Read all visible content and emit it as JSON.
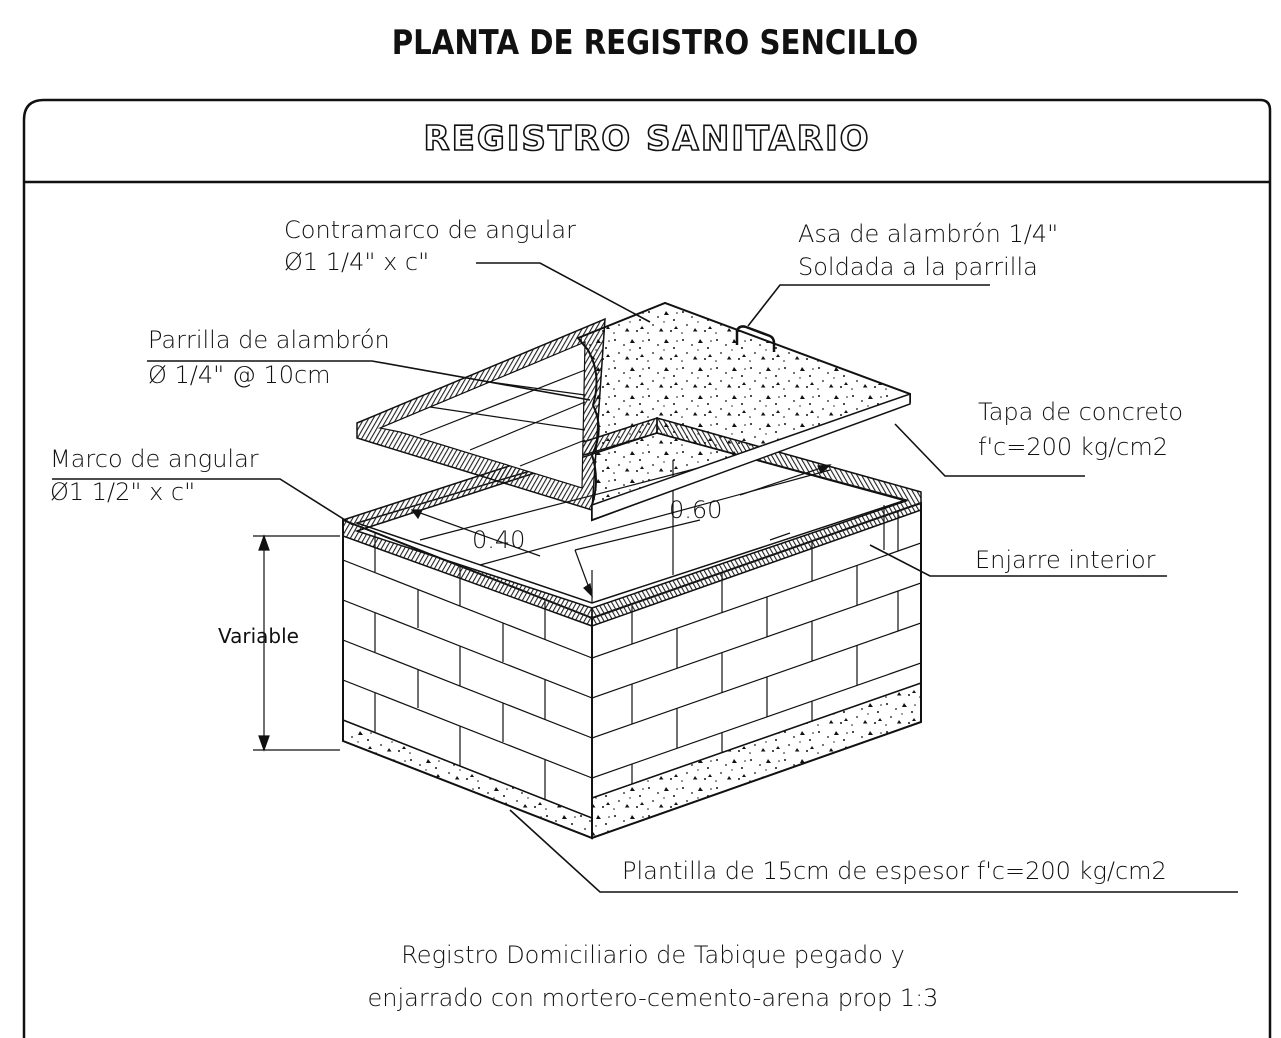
{
  "main_title": "PLANTA DE REGISTRO SENCILLO",
  "panel_title": "REGISTRO SANITARIO",
  "labels": {
    "contramarco_line1": "Contramarco de angular",
    "contramarco_line2": "Ø1  1/4\" x c\"",
    "asa_line1": "Asa de alambrón 1/4\"",
    "asa_line2": "Soldada a la parrilla",
    "parrilla_line1": "Parrilla de alambrón",
    "parrilla_line2": "Ø 1/4\" @ 10cm",
    "tapa_line1": "Tapa de concreto",
    "tapa_line2": "f'c=200 kg/cm2",
    "marco_line1": "Marco de angular",
    "marco_line2": "Ø1  1/2\" x c\"",
    "enjarre": "Enjarre interior",
    "variable": "Variable",
    "plantilla": "Plantilla de 15cm de espesor f'c=200 kg/cm2"
  },
  "dimensions": {
    "width": "0.40",
    "length": "0.60"
  },
  "note": {
    "line1": "Registro  Domiciliario  de  Tabique pegado y",
    "line2": "enjarrado  con  mortero-cemento-arena prop 1:3"
  },
  "colors": {
    "ink": "#111111",
    "background": "#ffffff",
    "frame_hatch": "#222222",
    "concrete_fill": "#ffffff"
  }
}
